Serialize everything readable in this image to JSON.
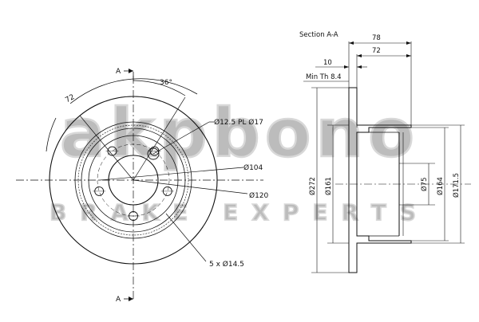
{
  "watermark": {
    "brand": "akpbono",
    "tagline": "BRAKE EXPERTS"
  },
  "front_view": {
    "section_marker": "A",
    "section_marker_bottom": "A",
    "angle_label": "36°",
    "wear_arc_label": "72",
    "labels": {
      "stud": "Ø12.5 PL Ø17",
      "pcd": "Ø104",
      "centre": "Ø120",
      "holes": "5 x Ø14.5"
    }
  },
  "section_view": {
    "title": "Section A-A",
    "dims": {
      "overall_height": "78",
      "hat_height": "72",
      "thickness": "10",
      "min_thickness": "Min Th 8.4",
      "outer_diameter": "Ø272",
      "friction_inner": "Ø161",
      "bore": "Ø75",
      "hat_diameter": "Ø164",
      "hat_outer": "Ø171.5"
    }
  }
}
